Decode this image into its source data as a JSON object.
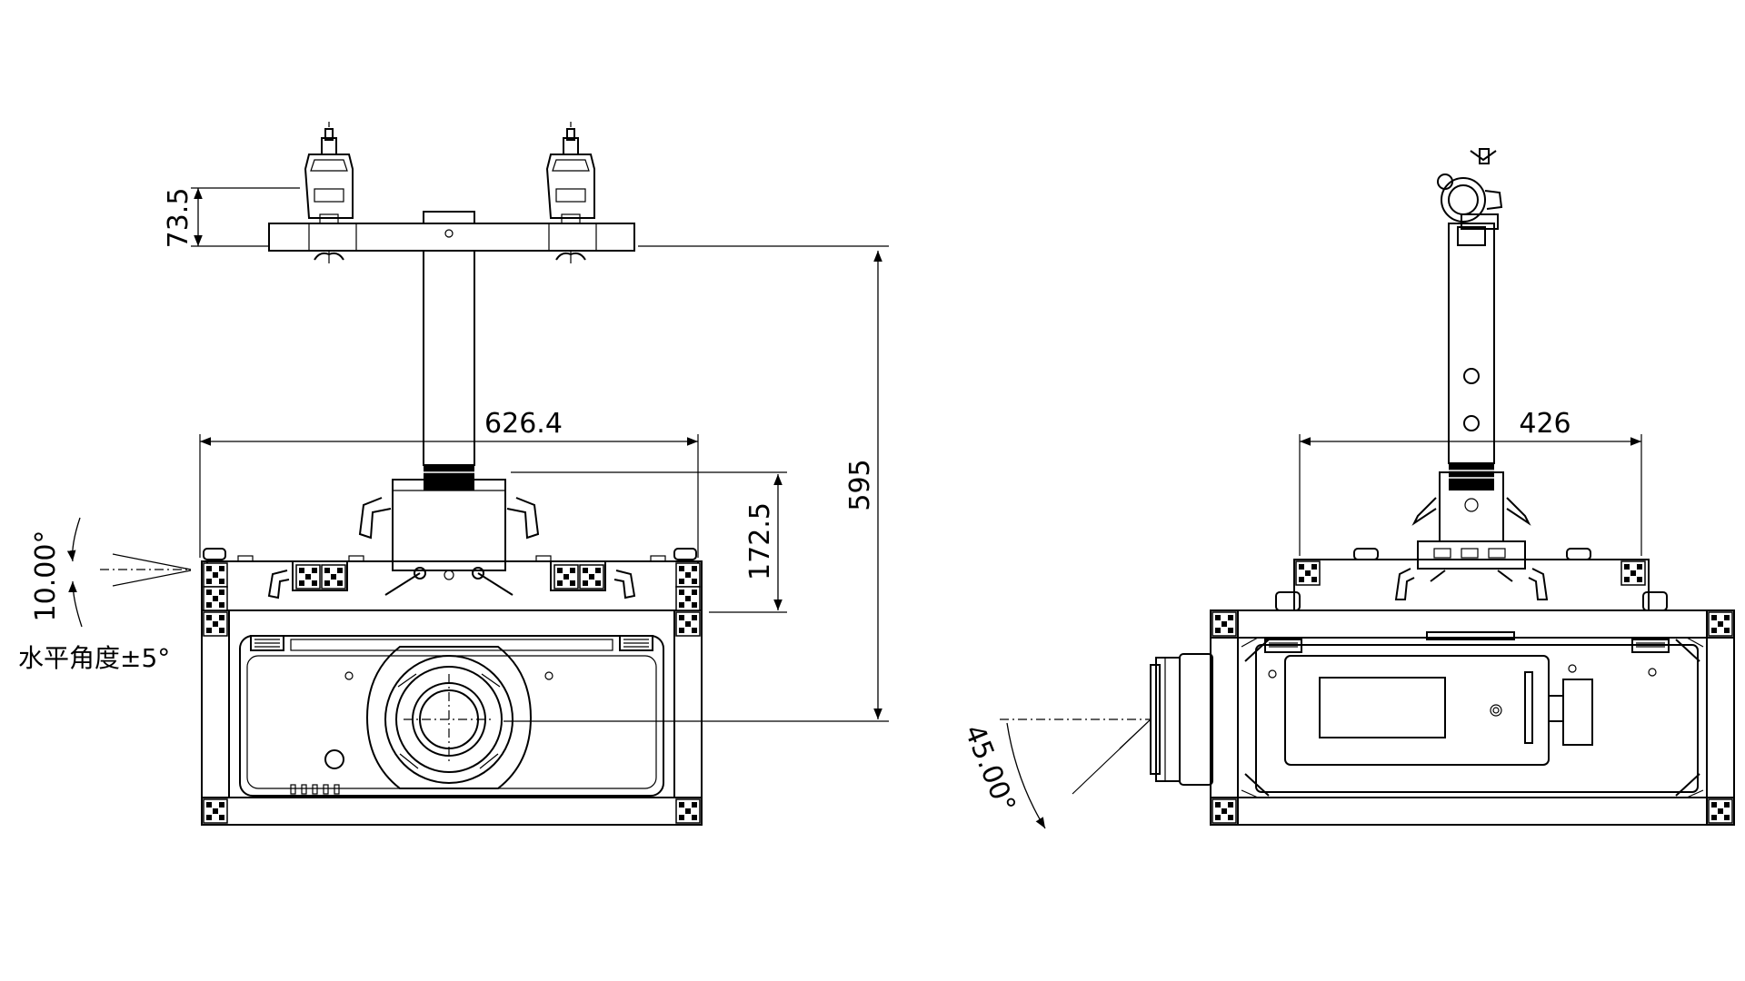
{
  "dimensions": {
    "top_offset": "73.5",
    "front_width": "626.4",
    "total_height": "595",
    "bracket_height": "172.5",
    "side_width": "426",
    "tilt_angle": "10.00°",
    "side_angle": "45.00°"
  },
  "notes": {
    "horizontal_angle": "水平角度±5°"
  },
  "colors": {
    "line": "#000000",
    "background": "#ffffff"
  }
}
